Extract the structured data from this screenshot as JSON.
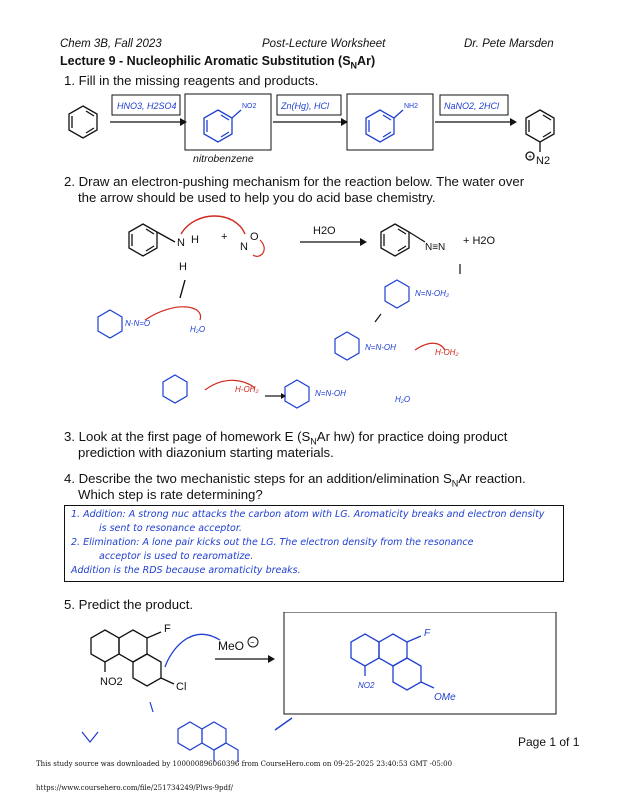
{
  "header": {
    "course": "Chem 3B, Fall 2023",
    "worksheet": "Post-Lecture Worksheet",
    "instructor": "Dr. Pete Marsden"
  },
  "lecture": {
    "prefix": "Lecture 9 - Nucleophilic Aromatic Substitution (S",
    "sub": "N",
    "suffix": "Ar)"
  },
  "q1": {
    "text": "1. Fill in the missing reagents and products.",
    "reagent1": "HNO3, H2SO4",
    "reagent2": "Zn(Hg), HCl",
    "reagent3": "NaNO2, 2HCl",
    "nitro_label": "NO2",
    "amine_label": "NH2",
    "product_label": "N2",
    "caption": "nitrobenzene"
  },
  "q2": {
    "line1": "2. Draw an electron-pushing mechanism for the reaction below. The water over",
    "line2": "the arrow should be used to help you do acid base chemistry.",
    "over_arrow": "H2O",
    "plus_water": "+ H2O"
  },
  "q3": {
    "line1_pre": "3. Look at the first page of homework E (S",
    "line1_sub": "N",
    "line1_post": "Ar hw) for practice doing product",
    "line2": "prediction with diazonium starting materials."
  },
  "q4": {
    "line1_pre": "4. Describe the two mechanistic steps for an addition/elimination S",
    "line1_sub": "N",
    "line1_post": "Ar reaction.",
    "line2": "Which step is rate determining?",
    "answer": [
      "1. Addition: A strong nuc attacks the carbon atom with LG. Aromaticity breaks and electron density",
      "is sent to resonance acceptor.",
      "2. Elimination: A lone pair kicks out the LG. The electron density from the resonance",
      "acceptor is used to rearomatize.",
      "Addition is the RDS because aromaticity breaks."
    ]
  },
  "q5": {
    "text": "5. Predict the product.",
    "nucleophile": "MeO",
    "sub_F": "F",
    "sub_NO2": "NO2",
    "sub_Cl": "Cl",
    "product_F": "F",
    "product_NO2": "NO2",
    "product_OMe": "OMe"
  },
  "footer": {
    "page": "Page 1 of 1",
    "source": "This study source was downloaded by 100000896060396 from CourseHero.com on 09-25-2025 23:40:53 GMT -05:00",
    "url": "https://www.coursehero.com/file/251734249/Plws-9pdf/"
  }
}
